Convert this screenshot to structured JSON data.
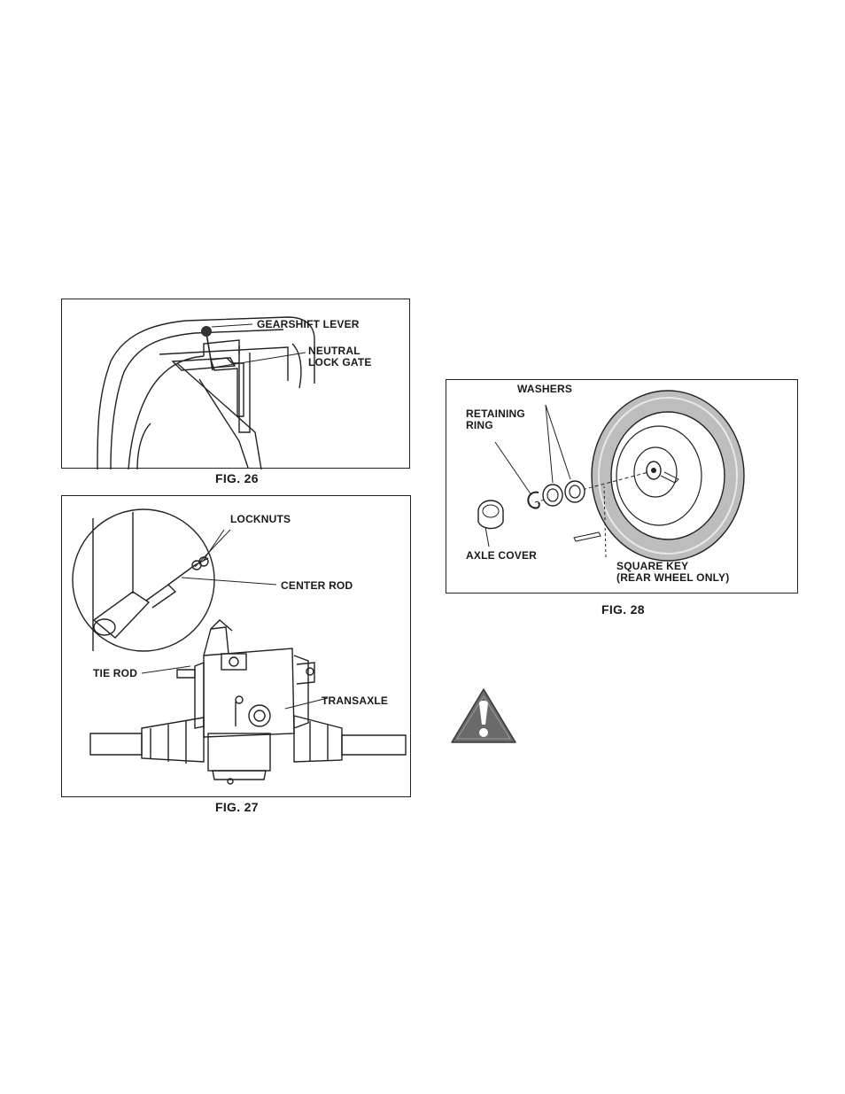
{
  "figures": {
    "fig26": {
      "caption": "FIG. 26",
      "labels": {
        "gearshift_lever": "GEARSHIFT LEVER",
        "neutral_lock_gate": "NEUTRAL\nLOCK GATE"
      }
    },
    "fig27": {
      "caption": "FIG. 27",
      "labels": {
        "locknuts": "LOCKNUTS",
        "center_rod": "CENTER ROD",
        "tie_rod": "TIE ROD",
        "transaxle": "TRANSAXLE"
      }
    },
    "fig28": {
      "caption": "FIG. 28",
      "labels": {
        "washers": "WASHERS",
        "retaining_ring": "RETAINING\nRING",
        "axle_cover": "AXLE COVER",
        "square_key": "SQUARE KEY\n(REAR WHEEL ONLY)"
      }
    }
  },
  "warning": {
    "icon": "warning-triangle-icon",
    "color": "#6a6a6a"
  }
}
